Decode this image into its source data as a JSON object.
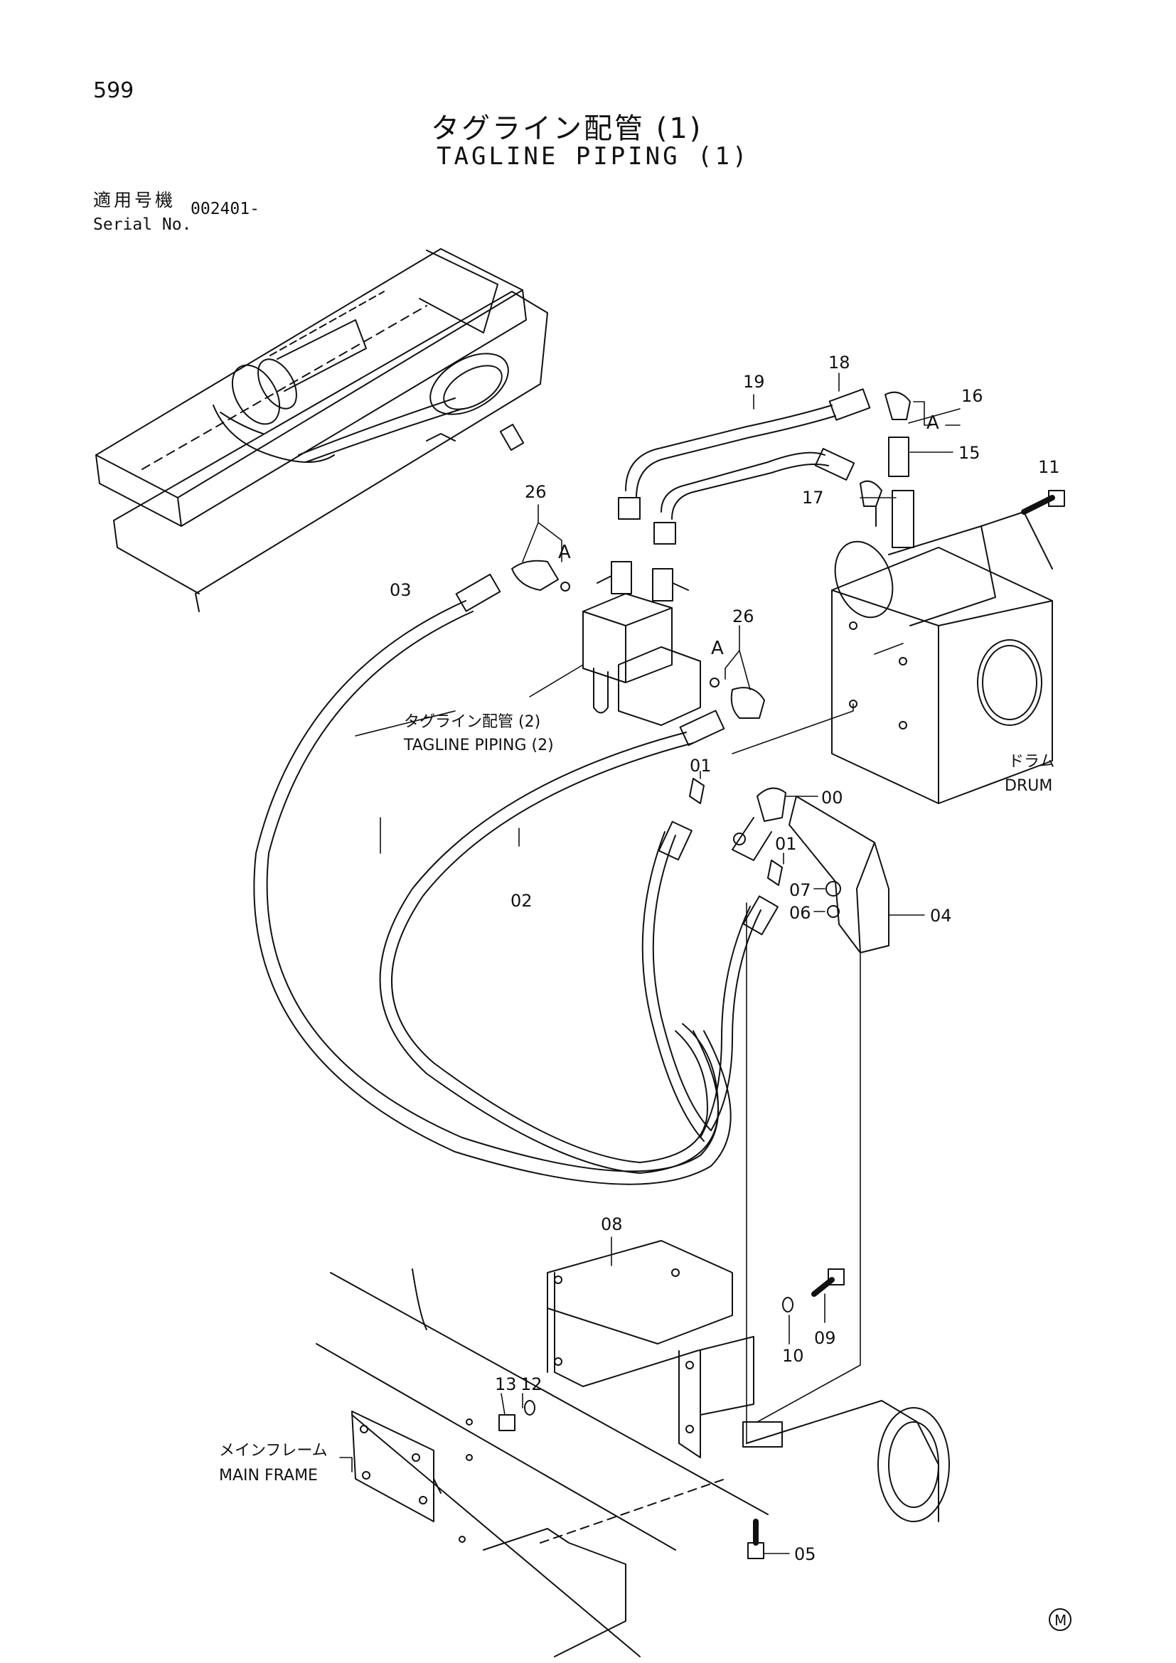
{
  "page": {
    "number": "599",
    "title_jp": "タグライン配管 (1)",
    "title_en": "TAGLINE PIPING (1)"
  },
  "serial": {
    "label_jp": "適用号機",
    "label_en": "Serial No.",
    "value": "002401-"
  },
  "labels": {
    "tagline_piping_2_jp": "タグライン配管 (2)",
    "tagline_piping_2_en": "TAGLINE PIPING (2)",
    "drum_jp": "ドラム",
    "drum_en": "DRUM",
    "main_frame_jp": "メインフレーム",
    "main_frame_en": "MAIN FRAME",
    "detail_a_1": "A",
    "detail_a_2": "A",
    "detail_a_3": "A",
    "mark": "M"
  },
  "parts": {
    "p00": "00",
    "p01a": "01",
    "p01b": "01",
    "p02": "02",
    "p03": "03",
    "p04": "04",
    "p05": "05",
    "p06": "06",
    "p07": "07",
    "p08": "08",
    "p09": "09",
    "p10": "10",
    "p11": "11",
    "p12": "12",
    "p13": "13",
    "p15": "15",
    "p16": "16",
    "p17": "17",
    "p18": "18",
    "p19": "19",
    "p26a": "26",
    "p26b": "26"
  }
}
